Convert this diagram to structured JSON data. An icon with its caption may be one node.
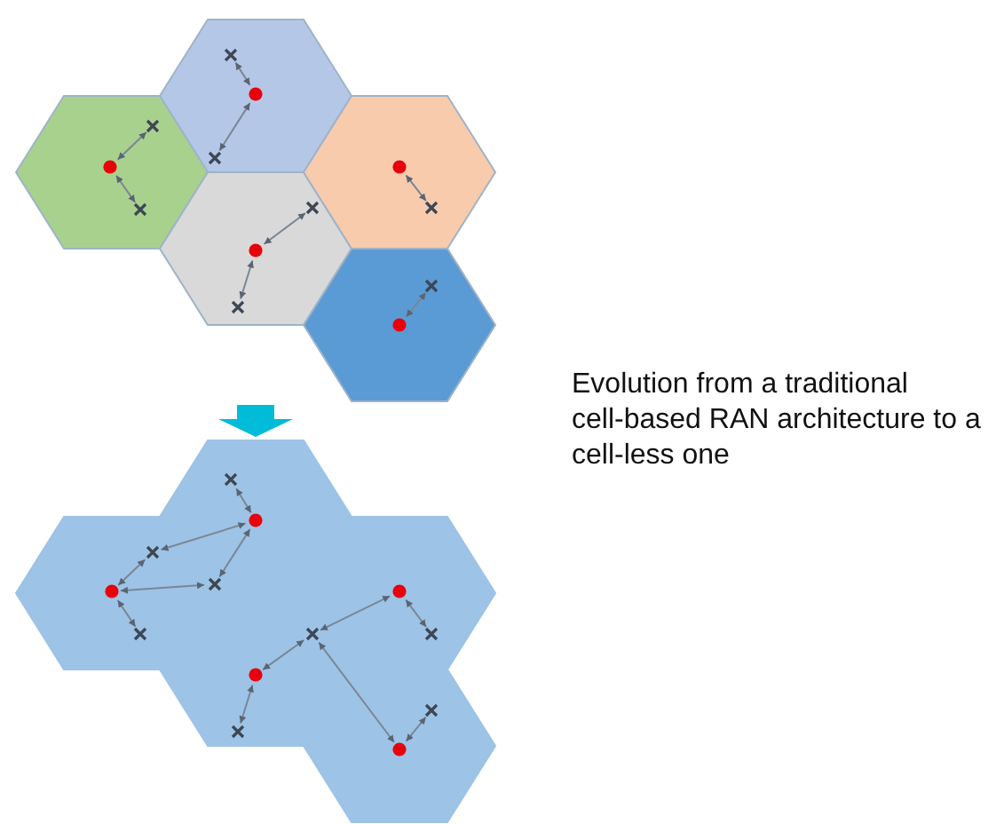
{
  "diagram": {
    "caption": "Evolution from a traditional cell-based RAN architecture to a cell-less one",
    "nodes": [
      {
        "text": [],
        "shape": "picture"
      },
      {
        "text": [],
        "shape": "picture"
      }
    ],
    "edges": [
      {
        "from": 0,
        "to": 1,
        "arrow": "to"
      }
    ]
  }
}
